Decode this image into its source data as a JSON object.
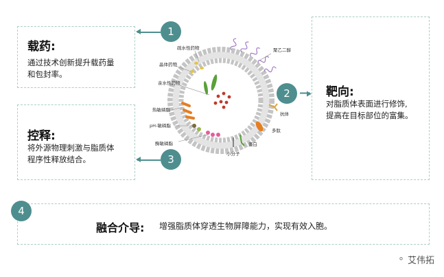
{
  "boxes": {
    "loading": {
      "title": "载药:",
      "text": [
        "通过技术创新提升载药量",
        "和包封率。"
      ]
    },
    "release": {
      "title": "控释:",
      "text": [
        "将外源物理刺激与脂质体",
        "程序性释放结合。"
      ]
    },
    "targeting": {
      "title": "靶向:",
      "text": [
        "对脂质体表面进行修饰,",
        "提高在目标部位的富集。"
      ]
    },
    "fusion": {
      "title": "融合介导:",
      "text": "增强脂质体穿透生物屏障能力，实现有效入胞。"
    }
  },
  "numbers": [
    "1",
    "2",
    "3",
    "4"
  ],
  "diagram_labels": {
    "hydrophobic": "疏水性药物",
    "crystal": "晶体药物",
    "hydrophilic": "亲水性药物",
    "thermo": "热敏磷脂",
    "ph": "pH-敏磷脂",
    "enzyme": "酶敏磷脂",
    "small_molecule": "小分子",
    "peptide": "多肽",
    "protein": "蛋白",
    "antibody": "抗体",
    "peg": "聚乙二醇"
  },
  "watermark": "艾伟拓",
  "colors": {
    "accent": "#4e8e8f",
    "dashed_border": "#a9cfc4",
    "drug_dot": "#c0392b"
  }
}
